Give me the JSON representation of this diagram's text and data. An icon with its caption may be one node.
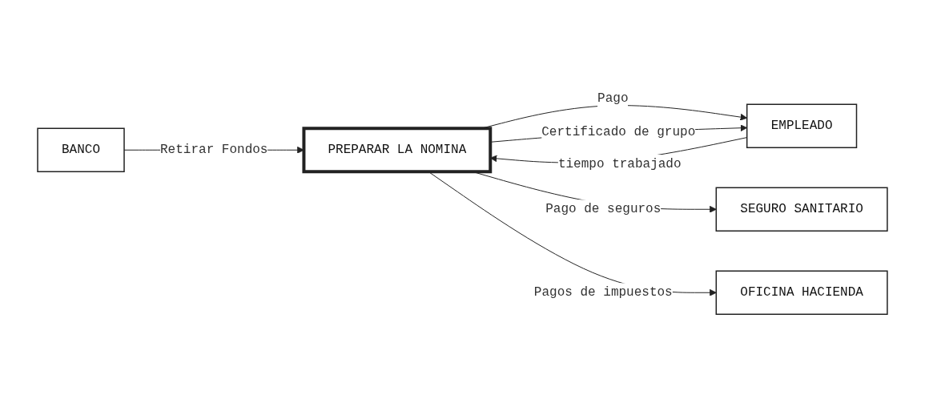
{
  "diagram": {
    "nodes": [
      {
        "text": [
          "BANCO"
        ]
      },
      {
        "text": [
          "EMPLEADO"
        ]
      },
      {
        "text": [
          "PREPARAR LA NOMINA"
        ]
      },
      {
        "text": [
          "SEGURO SANITARIO"
        ]
      },
      {
        "text": [
          "OFICINA HACIENDA"
        ]
      }
    ],
    "edges": [
      {
        "from": 0,
        "to": 2,
        "arrow": "to",
        "label": "Retirar Fondos"
      },
      {
        "from": 1,
        "to": 2,
        "arrow": "to",
        "label": "tiempo trabajado"
      },
      {
        "from": 2,
        "to": 1,
        "arrow": "to",
        "label": "Pago"
      },
      {
        "from": 2,
        "to": 1,
        "arrow": "to",
        "label": "Certificado de grupo"
      },
      {
        "from": 2,
        "to": 3,
        "arrow": "to",
        "label": "Pago de seguros"
      },
      {
        "from": 2,
        "to": 4,
        "arrow": "to",
        "label": "Pagos de impuestos"
      }
    ]
  }
}
